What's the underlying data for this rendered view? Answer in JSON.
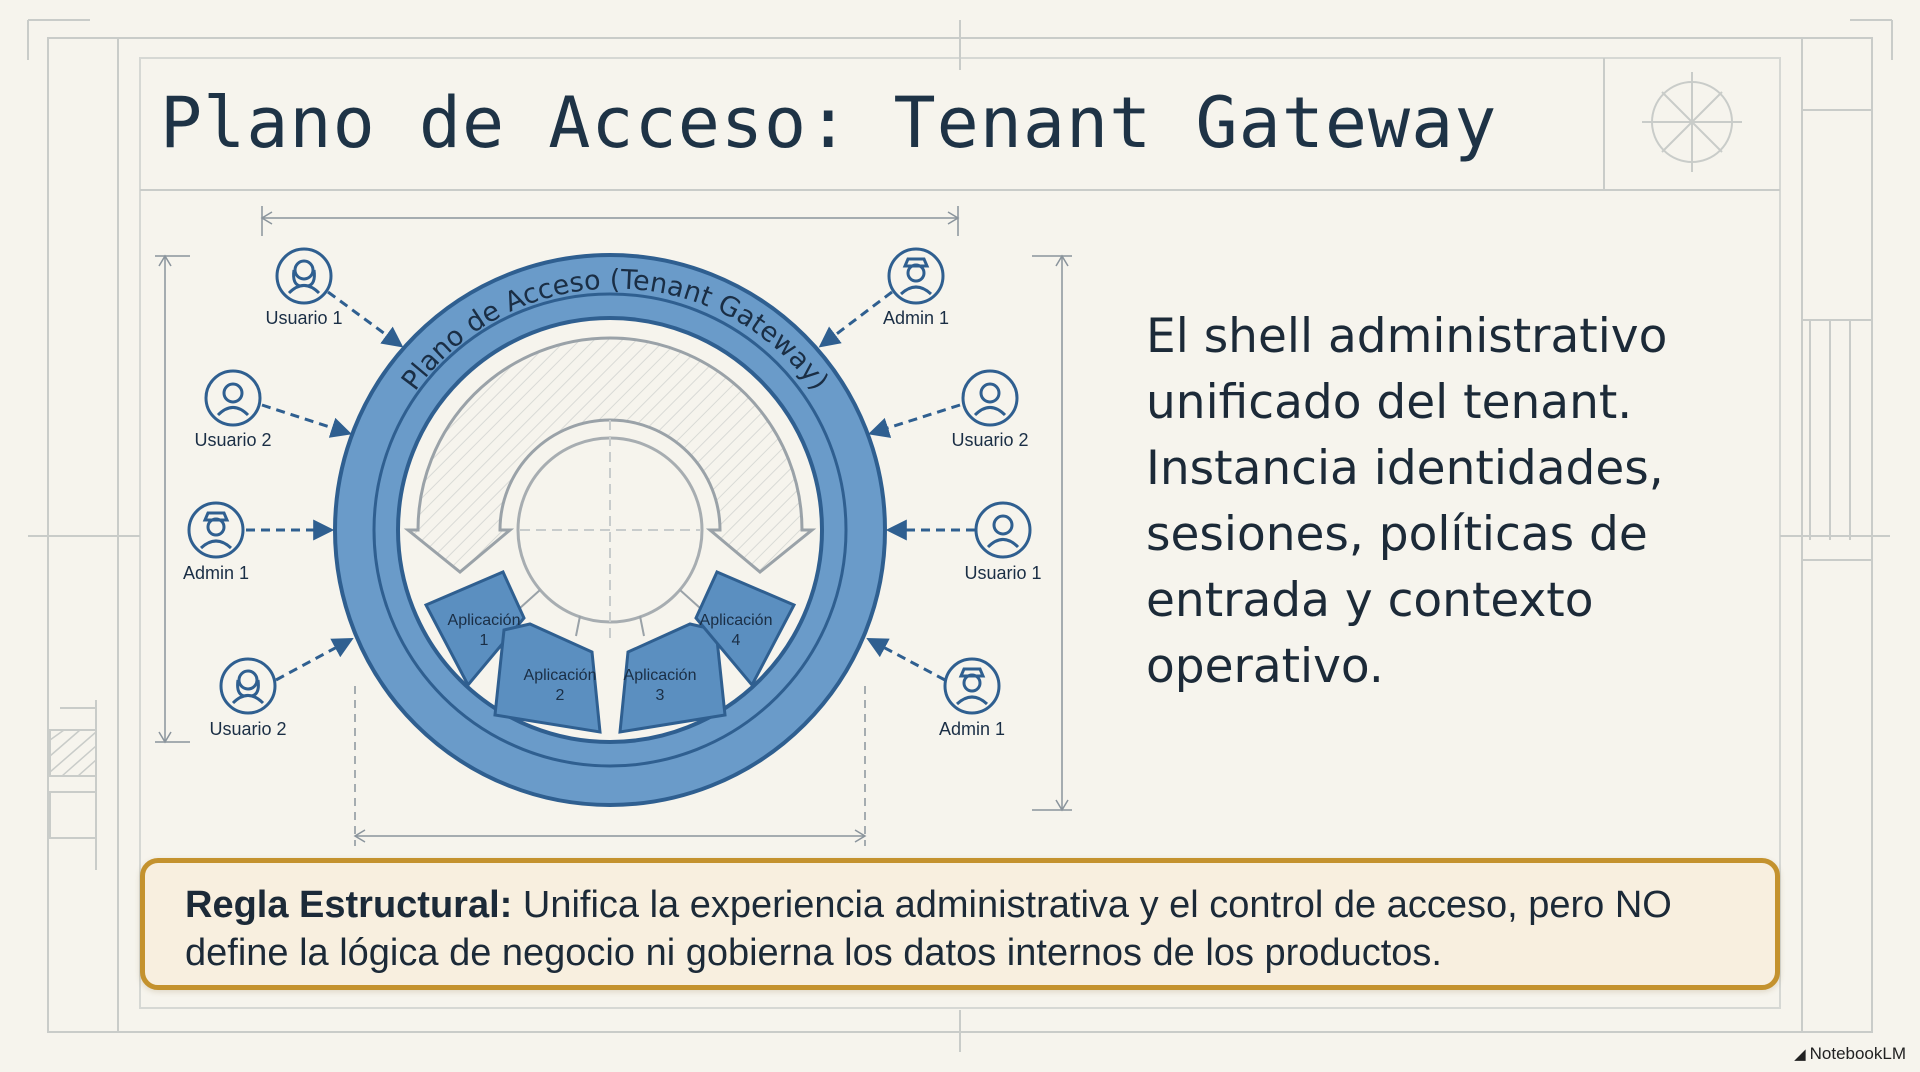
{
  "title": "Plano de Acceso: Tenant Gateway",
  "diagram": {
    "ring_label": "Plano de Acceso (Tenant Gateway)",
    "actors_left": [
      {
        "label": "Usuario 1",
        "icon": "user-female-icon"
      },
      {
        "label": "Usuario 2",
        "icon": "user-icon"
      },
      {
        "label": "Admin 1",
        "icon": "admin-icon"
      },
      {
        "label": "Usuario 2",
        "icon": "user-female-icon"
      }
    ],
    "actors_right": [
      {
        "label": "Admin 1",
        "icon": "admin-icon"
      },
      {
        "label": "Usuario 2",
        "icon": "user-icon"
      },
      {
        "label": "Usuario 1",
        "icon": "user-icon"
      },
      {
        "label": "Admin 1",
        "icon": "admin-icon"
      }
    ],
    "apps": [
      {
        "line1": "Aplicación",
        "line2": "1"
      },
      {
        "line1": "Aplicación",
        "line2": "2"
      },
      {
        "line1": "Aplicación",
        "line2": "3"
      },
      {
        "line1": "Aplicación",
        "line2": "4"
      }
    ]
  },
  "description_lines": [
    "El shell administrativo",
    "unificado del tenant.",
    "Instancia identidades,",
    "sesiones, políticas de",
    "entrada y contexto",
    "operativo."
  ],
  "rule": {
    "label": "Regla Estructural:",
    "line1_rest": " Unifica la experiencia administrativa y el control de acceso, pero NO",
    "line2": "define la lógica de negocio ni gobierna los datos internos de los productos."
  },
  "brand": "NotebookLM",
  "colors": {
    "ring": "#5b8fc0",
    "ring_stroke": "#2f5f90",
    "accent_border": "#c4922e",
    "background": "#f6f4ed"
  }
}
